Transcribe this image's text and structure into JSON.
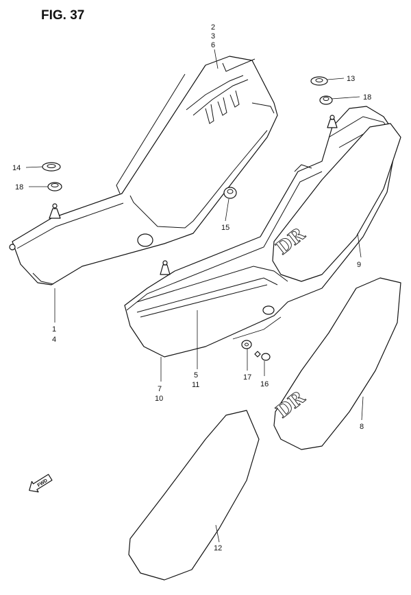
{
  "figure": {
    "title": "FIG. 37"
  },
  "part_numbers": {
    "p2": "2",
    "p3": "3",
    "p6": "6",
    "p13": "13",
    "p18a": "18",
    "p14": "14",
    "p18b": "18",
    "p15": "15",
    "p9": "9",
    "p1": "1",
    "p4": "4",
    "p5": "5",
    "p11": "11",
    "p7": "7",
    "p10": "10",
    "p17": "17",
    "p16": "16",
    "p8": "8",
    "p12": "12"
  },
  "emblems": {
    "e1": "DR",
    "e2": "DR"
  },
  "fwd_arrow": {
    "label": "FWD"
  },
  "icons": {
    "direction_arrow": "fwd-arrow-icon"
  }
}
